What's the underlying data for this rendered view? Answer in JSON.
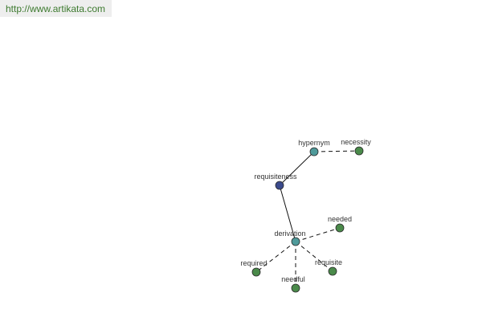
{
  "site": {
    "url_text": "http://www.artikata.com"
  },
  "colors": {
    "root_node": "#3b4a8c",
    "relation_node": "#4f9a9a",
    "leaf_node": "#4a8a4a",
    "node_stroke": "#2a2a2a",
    "edge": "#111111",
    "label": "#333333",
    "banner_text": "#3d7a2f",
    "banner_bg": "#eeeeee"
  },
  "graph": {
    "nodes": [
      {
        "id": "requisiteness",
        "label": "requisiteness",
        "kind": "root"
      },
      {
        "id": "hypernym",
        "label": "hypernym",
        "kind": "relation"
      },
      {
        "id": "derivation",
        "label": "derivation",
        "kind": "relation"
      },
      {
        "id": "necessity",
        "label": "necessity",
        "kind": "leaf"
      },
      {
        "id": "needed",
        "label": "needed",
        "kind": "leaf"
      },
      {
        "id": "required",
        "label": "required",
        "kind": "leaf"
      },
      {
        "id": "needful",
        "label": "needful",
        "kind": "leaf"
      },
      {
        "id": "requisite",
        "label": "requisite",
        "kind": "leaf"
      }
    ],
    "edges": [
      {
        "from": "requisiteness",
        "to": "hypernym",
        "style": "solid"
      },
      {
        "from": "requisiteness",
        "to": "derivation",
        "style": "solid"
      },
      {
        "from": "hypernym",
        "to": "necessity",
        "style": "dashed"
      },
      {
        "from": "derivation",
        "to": "needed",
        "style": "dashed"
      },
      {
        "from": "derivation",
        "to": "required",
        "style": "dashed"
      },
      {
        "from": "derivation",
        "to": "needful",
        "style": "dashed"
      },
      {
        "from": "derivation",
        "to": "requisite",
        "style": "dashed"
      }
    ]
  }
}
